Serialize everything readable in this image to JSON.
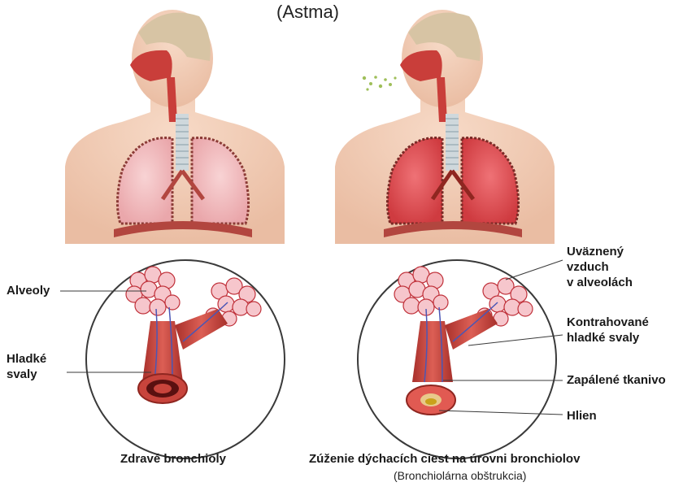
{
  "title": "(Astma)",
  "left": {
    "caption": "Zdravé bronchioly",
    "labels": {
      "alveoli": "Alveoly",
      "muscles": "Hladké\nsvaly"
    }
  },
  "right": {
    "caption": "Zúženie dýchacích ciest na úrovni bronchiolov",
    "subcaption": "(Bronchiolárna obštrukcia)",
    "labels": {
      "trapped_air": "Uväznený\nvzduch\nv alveolách",
      "contracted_muscles": "Kontrahované\nhladké svaly",
      "inflamed_tissue": "Zapálené tkanivo",
      "mucus": "Hlien"
    }
  },
  "colors": {
    "skin": "#f3cdb6",
    "lung_healthy": "#f2b9bc",
    "lung_inflamed": "#df4a4f",
    "airway": "#c8443c",
    "alveoli": "#f6c6cc",
    "vein": "#4a56b5",
    "mucus": "#e6cf59"
  }
}
